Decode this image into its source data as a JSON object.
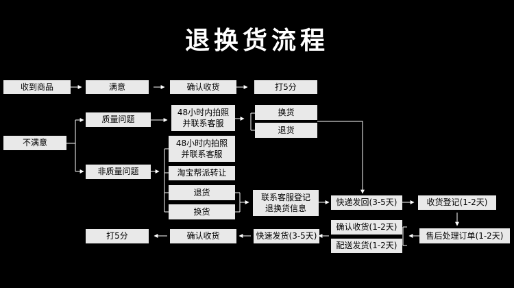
{
  "title": "退换货流程",
  "nodes": {
    "receive": "收到商品",
    "satisfied": "满意",
    "confirm_top": "确认收货",
    "rate_top": "打5分",
    "not_satisfied": "不满意",
    "quality_issue": "质量问题",
    "photo_contact_1": "48小时内拍照\n并联系客服",
    "exchange_a": "换货",
    "return_a": "退货",
    "non_quality_issue": "非质量问题",
    "photo_contact_2": "48小时内拍照\n并联系客服",
    "taobao_assign": "淘宝帮派转让",
    "return_b": "退货",
    "exchange_b": "换货",
    "register_info": "联系客服登记\n退换货信息",
    "express_return": "快递发回(3-5天)",
    "receipt_register": "收货登记(1-2天)",
    "after_sales": "售后处理订单(1-2天)",
    "confirm_receipt_mid": "确认收货(1-2天)",
    "delivery": "配送发货(1-2天)",
    "express_ship": "快速发货(3-5天)",
    "confirm_bottom": "确认收货",
    "rate_bottom": "打5分"
  }
}
